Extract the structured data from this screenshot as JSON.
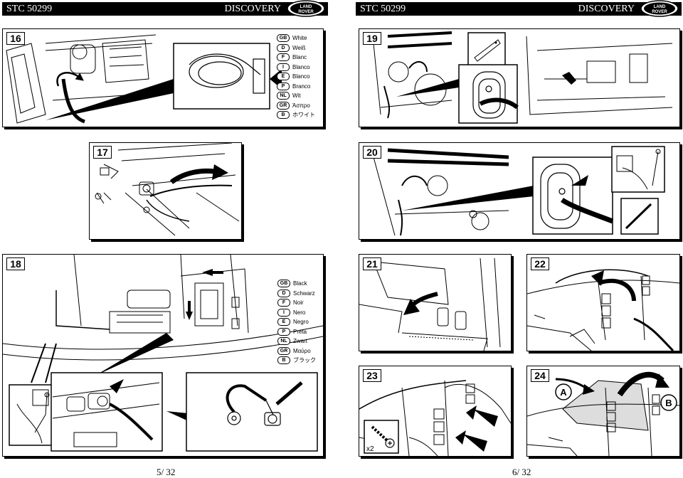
{
  "header_left": {
    "code": "STC 50299",
    "title": "DISCOVERY",
    "logo_line1": "LAND",
    "logo_line2": "ROVER"
  },
  "header_right": {
    "code": "STC 50299",
    "title": "DISCOVERY",
    "logo_line1": "LAND",
    "logo_line2": "ROVER"
  },
  "steps": {
    "s16": "16",
    "s17": "17",
    "s18": "18",
    "s19": "19",
    "s20": "20",
    "s21": "21",
    "s22": "22",
    "s23": "23",
    "s24": "24"
  },
  "legend_white": [
    {
      "code": "GB",
      "text": "White"
    },
    {
      "code": "D",
      "text": "Weiß"
    },
    {
      "code": "F",
      "text": "Blanc"
    },
    {
      "code": "I",
      "text": "Blanco"
    },
    {
      "code": "E",
      "text": "Blanco"
    },
    {
      "code": "P",
      "text": "Branco"
    },
    {
      "code": "NL",
      "text": "Wit"
    },
    {
      "code": "GR",
      "text": "Άσπρο"
    },
    {
      "code": "B",
      "text": "ホワイト"
    }
  ],
  "legend_black": [
    {
      "code": "GB",
      "text": "Black"
    },
    {
      "code": "D",
      "text": "Schwarz"
    },
    {
      "code": "F",
      "text": "Noir"
    },
    {
      "code": "I",
      "text": "Nero"
    },
    {
      "code": "E",
      "text": "Negro"
    },
    {
      "code": "P",
      "text": "Preta"
    },
    {
      "code": "NL",
      "text": "Zwart"
    },
    {
      "code": "GR",
      "text": "Μαύρο"
    },
    {
      "code": "B",
      "text": "ブラック"
    }
  ],
  "callouts": {
    "x2": "x2",
    "a": "A",
    "b": "B"
  },
  "page_numbers": {
    "left": "5/ 32",
    "right": "6/ 32"
  }
}
